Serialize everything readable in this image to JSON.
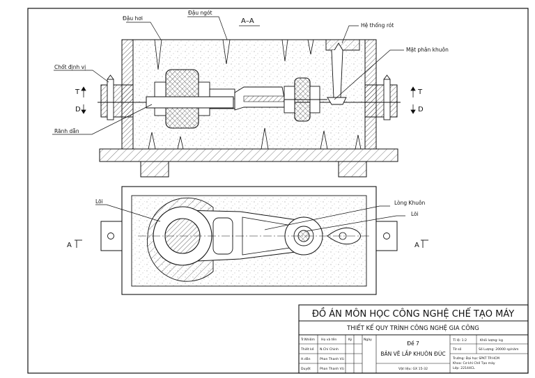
{
  "section_title": "A–A",
  "labels": {
    "dau_hoi": "Đậu hơi",
    "dau_ngot": "Đậu ngót",
    "he_thong_rot": "Hệ thống rót",
    "mat_phan_khuon": "Mặt phân khuôn",
    "chot_dinh_vi": "Chốt định vị",
    "ranh_dan": "Rãnh dẫn",
    "t_left": "T",
    "d_left": "D",
    "t_right": "T",
    "d_right": "D",
    "loi_left": "Lõi",
    "long_khuon": "Lòng Khuôn",
    "loi_right": "Lõi",
    "a_left": "A",
    "a_right": "A"
  },
  "title_block": {
    "main_title": "ĐỒ ÁN MÔN HỌC CÔNG NGHỆ CHẾ TẠO MÁY",
    "subtitle": "THIẾT KẾ QUY TRÌNH CÔNG NGHỆ GIA CÔNG",
    "drawing_no": "Đề 7",
    "drawing_title": "BẢN VẼ LẮP KHUÔN ĐÚC",
    "material": "Vật liệu: GX 15-32",
    "col_nhiem_vu": "Tr.Nhiệm",
    "col_ho_ten": "Họ và tên",
    "col_ky": "Ký",
    "col_ngay": "Ngày",
    "rows": [
      {
        "role": "Thiết kế",
        "name": "N.Chí Chinh"
      },
      {
        "role": "H.dẫn",
        "name": "Phan Thanh Vũ"
      },
      {
        "role": "Duyệt",
        "name": "Phan Thanh Vũ"
      }
    ],
    "ti_le": "Tỉ lệ: 1:2",
    "khoi_luong": "Khối lượng: kg",
    "to_so": "Tờ số",
    "so_luong": "Số Lượng: 20000 sp/năm",
    "truong": "Trường: Đại học SPKT TP.HCM",
    "khoa": "Khoa: Cơ khí Chế Tạo máy",
    "lop": "Lớp: 22144CL"
  }
}
